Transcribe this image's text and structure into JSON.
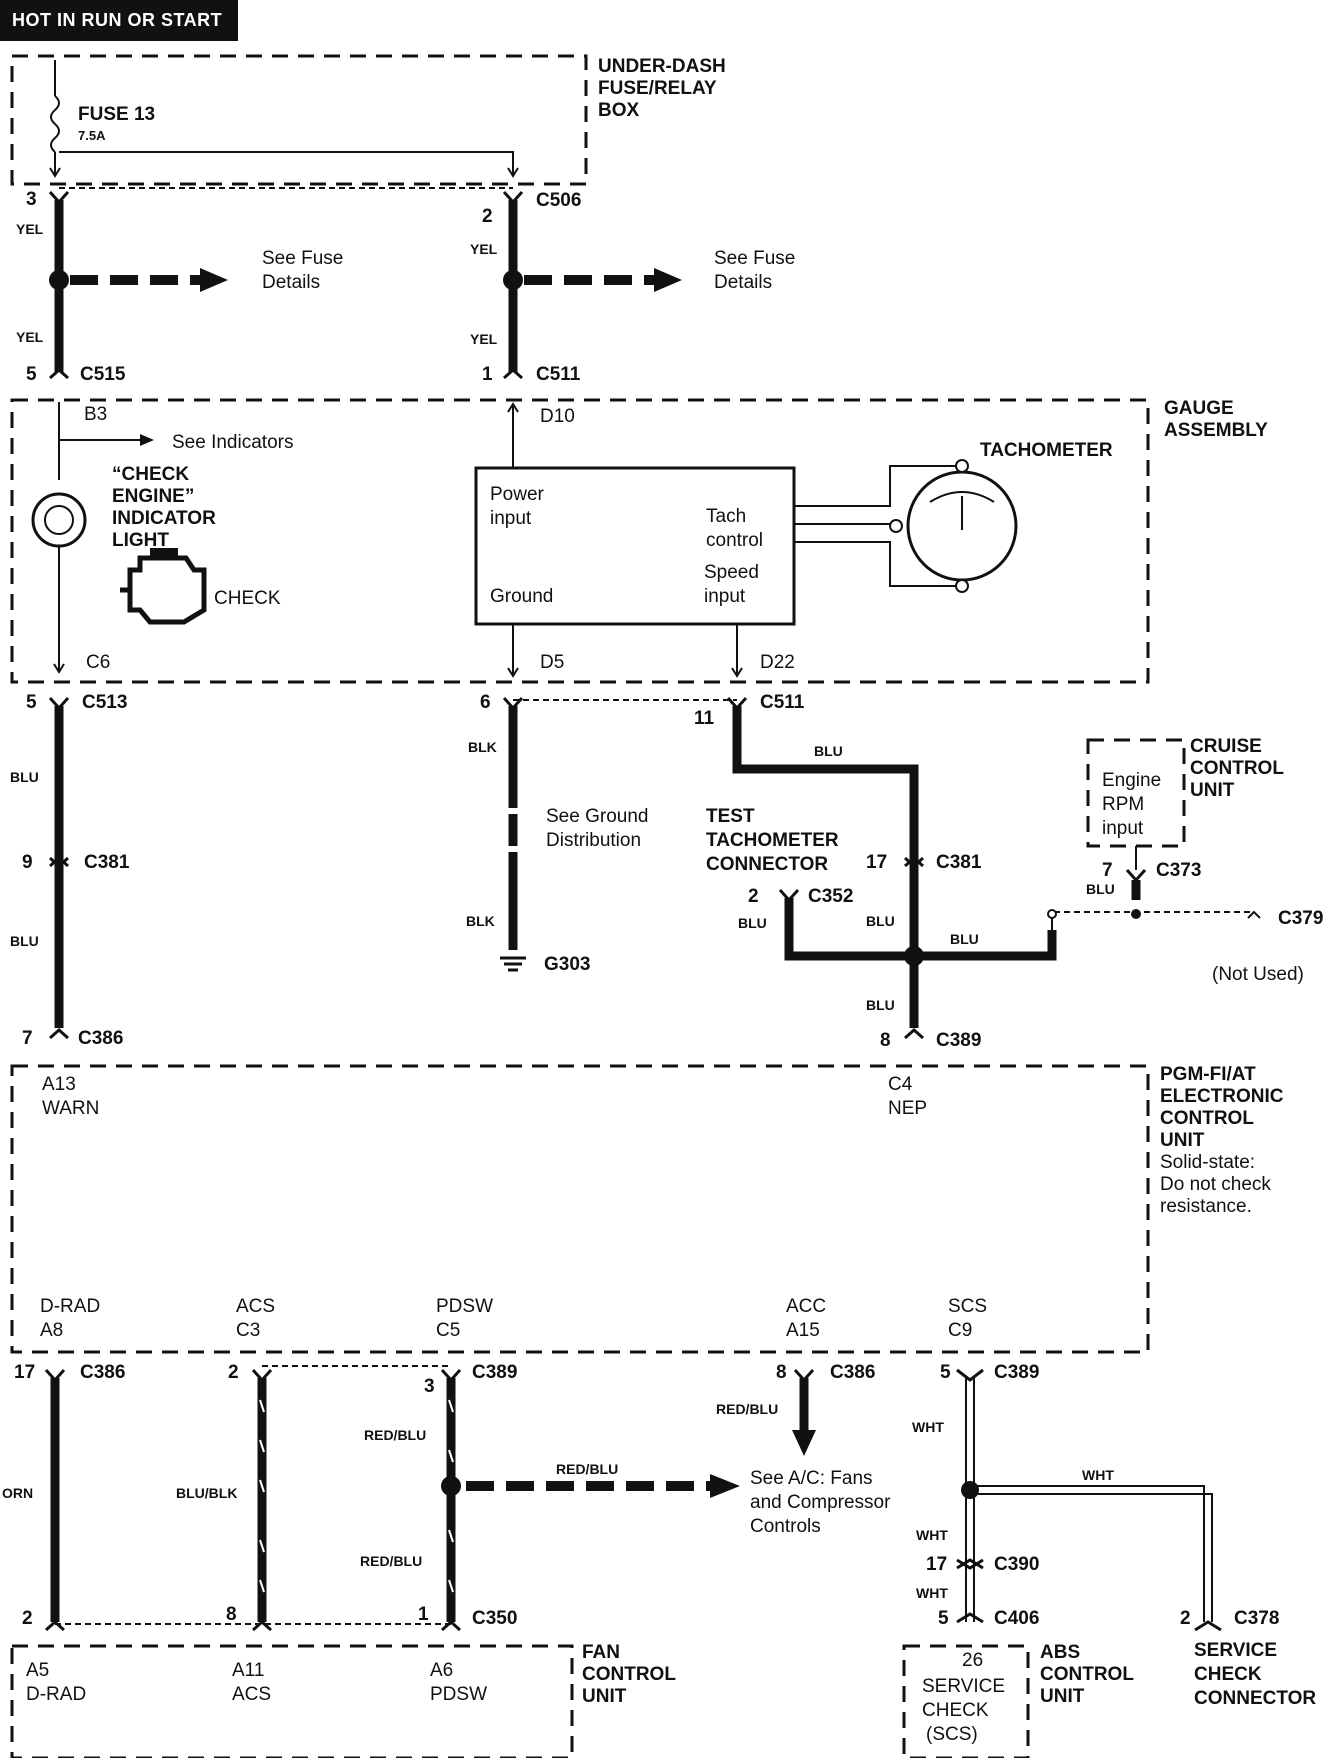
{
  "header": {
    "label": "HOT IN RUN OR START"
  },
  "components": {
    "fuse_box": [
      "UNDER-DASH",
      "FUSE/RELAY",
      "BOX"
    ],
    "fuse": {
      "name": "FUSE 13",
      "rating": "7.5A"
    },
    "gauge_assembly": [
      "GAUGE",
      "ASSEMBLY"
    ],
    "tachometer": "TACHOMETER",
    "check_engine": [
      "“CHECK",
      "ENGINE”",
      "INDICATOR",
      "LIGHT"
    ],
    "check_label": "CHECK",
    "tach_box": {
      "power": [
        "Power",
        "input"
      ],
      "ground": "Ground",
      "tach": [
        "Tach",
        "control"
      ],
      "speed": [
        "Speed",
        "input"
      ]
    },
    "cruise": [
      "CRUISE",
      "CONTROL",
      "UNIT"
    ],
    "cruise_input": [
      "Engine",
      "RPM",
      "input"
    ],
    "test_tach": [
      "TEST",
      "TACHOMETER",
      "CONNECTOR"
    ],
    "pgm": [
      "PGM-FI/AT",
      "ELECTRONIC",
      "CONTROL",
      "UNIT",
      "Solid-state:",
      "Do not check",
      "resistance."
    ],
    "fan_control": [
      "FAN",
      "CONTROL",
      "UNIT"
    ],
    "abs_control": [
      "ABS",
      "CONTROL",
      "UNIT"
    ],
    "service_check": [
      "SERVICE",
      "CHECK",
      "CONNECTOR"
    ],
    "scs_box": [
      "26",
      "SERVICE",
      "CHECK",
      "(SCS)"
    ]
  },
  "references": {
    "see_fuse": [
      "See Fuse",
      "Details"
    ],
    "see_indicators": "See Indicators",
    "see_ground": [
      "See Ground",
      "Distribution"
    ],
    "see_ac": [
      "See A/C: Fans",
      "and Compressor",
      "Controls"
    ],
    "not_used": "(Not Used)"
  },
  "connectors": {
    "c506": "C506",
    "c515": "C515",
    "c511": "C511",
    "c513": "C513",
    "c381": "C381",
    "c386": "C386",
    "c389": "C389",
    "c352": "C352",
    "c373": "C373",
    "c379": "C379",
    "g303": "G303",
    "c350": "C350",
    "c390": "C390",
    "c406": "C406",
    "c378": "C378"
  },
  "pins": {
    "b3": "B3",
    "c6": "C6",
    "d10": "D10",
    "d5": "D5",
    "d22": "D22",
    "a13": "A13",
    "warn": "WARN",
    "c4": "C4",
    "nep": "NEP",
    "drad": [
      "D-RAD",
      "A8"
    ],
    "acs": [
      "ACS",
      "C3"
    ],
    "pdsw": [
      "PDSW",
      "C5"
    ],
    "acc": [
      "ACC",
      "A15"
    ],
    "scs": [
      "SCS",
      "C9"
    ],
    "fan_a5": [
      "A5",
      "D-RAD"
    ],
    "fan_a11": [
      "A11",
      "ACS"
    ],
    "fan_a6": [
      "A6",
      "PDSW"
    ],
    "n3": "3",
    "n2": "2",
    "n5": "5",
    "n1": "1",
    "n6": "6",
    "n11": "11",
    "n9": "9",
    "n7": "7",
    "n17": "17",
    "n8": "8"
  },
  "wires": {
    "yel": "YEL",
    "blu": "BLU",
    "blk": "BLK",
    "orn": "ORN",
    "blublk": "BLU/BLK",
    "redblu": "RED/BLU",
    "wht": "WHT"
  }
}
